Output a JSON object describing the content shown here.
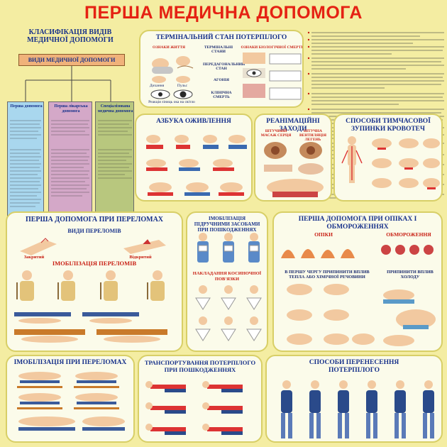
{
  "title": "ПЕРША МЕДИЧНА ДОПОМОГА",
  "classification": {
    "heading": "КЛАСИФІКАЦІЯ ВИДІВ МЕДИЧНОЇ ДОПОМОГИ",
    "root": "ВИДИ МЕДИЧНОЇ ДОПОМОГИ",
    "columns": [
      "Перша допомога",
      "Перша лікарська допомога",
      "Спеціалізована медична допомога"
    ]
  },
  "terminal": {
    "heading": "ТЕРМІНАЛЬНИЙ СТАН ПОТЕРПІЛОГО",
    "signs_life": "ОЗНАКИ ЖИТТЯ",
    "terminal_states": "ТЕРМІНАЛЬНІ СТАНИ",
    "signs_death": "ОЗНАКИ БІОЛОГІЧНОЇ СМЕРТІ",
    "states": [
      "ПЕРЕДАГОНАЛЬНИЙ СТАН",
      "АГОНІЯ",
      "КЛІНІЧНА СМЕРТЬ"
    ],
    "breathing": "Дихання",
    "pulse": "Пульс",
    "pupil": "Реакція зіниць ока на світло"
  },
  "resuscitation_abc": {
    "heading": "АЗБУКА ОЖИВЛЕННЯ"
  },
  "resuscitation": {
    "heading": "РЕАНІМАЦІЙНІ ЗАХОДИ",
    "heart": "ШТУЧНИЙ МАСАЖ СЕРЦЯ",
    "vent": "ШТУЧНА ВЕНТИЛЯЦІЯ ЛЕГЕНЬ"
  },
  "bleeding": {
    "heading": "СПОСОБИ ТИМЧАСОВОЇ ЗУПИНКИ КРОВОТЕЧ"
  },
  "fractures": {
    "heading": "ПЕРША ДОПОМОГА ПРИ ПЕРЕЛОМАХ",
    "types": "ВИДИ ПЕРЕЛОМІВ",
    "closed": "Закритий",
    "open": "Відкритий",
    "immobilization": "ІМОБІЛІЗАЦІЯ ПЕРЕЛОМІВ"
  },
  "dressings": {
    "heading": "ІМОБІЛІЗАЦІЯ ПІДРУЧНИМИ ЗАСОБАМИ ПРИ ПОШКОДЖЕННЯХ",
    "sub": "НАКЛАДАННЯ КОСИНОЧНОЇ ПОВ'ЯЗКИ"
  },
  "burns": {
    "heading": "ПЕРША ДОПОМОГА ПРИ ОПІКАХ І ОБМОРОЖЕННЯХ",
    "burns": "ОПІКИ",
    "frostbite": "ОБМОРОЖЕННЯ",
    "stop_heat": "В ПЕРШУ ЧЕРГУ ПРИПИНИТИ ВПЛИВ ТЕПЛА АБО ХІМІЧНОЇ РЕЧОВИНИ",
    "stop_cold": "ПРИПИНИТИ ВПЛИВ ХОЛОДУ"
  },
  "immob_bottom": {
    "heading": "ІМОБІЛІЗАЦІЯ ПРИ ПЕРЕЛОМАХ"
  },
  "transport": {
    "heading": "ТРАНСПОРТУВАННЯ ПОТЕРПІЛОГО ПРИ ПОШКОДЖЕННЯХ"
  },
  "carry": {
    "heading": "СПОСОБИ ПЕРЕНЕСЕННЯ ПОТЕРПІЛОГО"
  },
  "colors": {
    "title": "#e52213",
    "heading": "#16308a",
    "background": "#f4eda2",
    "panel": "#fbfbea",
    "border": "#d8cf67",
    "col1": "#a9d7ee",
    "col2": "#d4a8c8",
    "col3": "#b8c77e",
    "root": "#f0b27a"
  }
}
